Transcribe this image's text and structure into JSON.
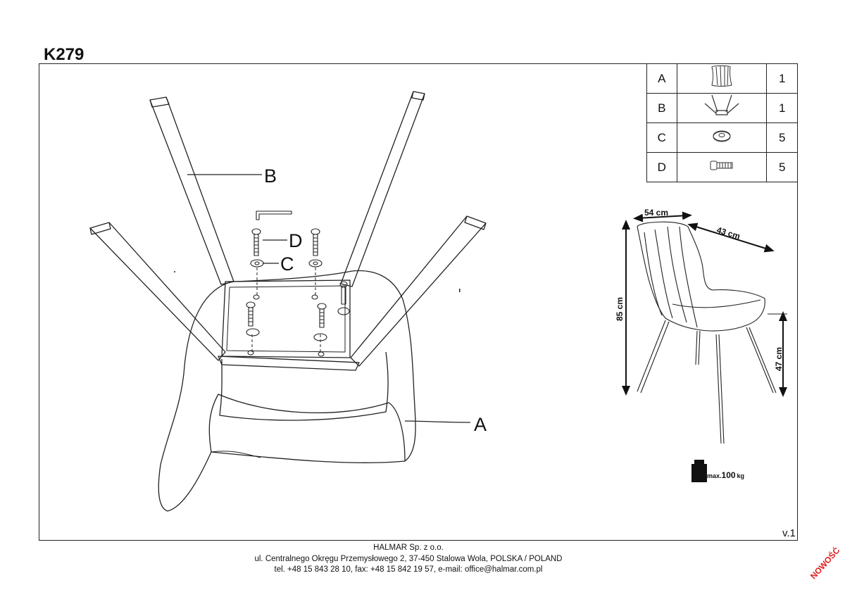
{
  "document": {
    "product_code": "K279",
    "version": "v.1",
    "badge": "NOWOŚĆ"
  },
  "parts_table": [
    {
      "letter": "A",
      "icon": "chair-seat-icon",
      "qty": "1"
    },
    {
      "letter": "B",
      "icon": "leg-frame-icon",
      "qty": "1"
    },
    {
      "letter": "C",
      "icon": "washer-icon",
      "qty": "5"
    },
    {
      "letter": "D",
      "icon": "bolt-icon",
      "qty": "5"
    }
  ],
  "diagram_labels": {
    "legs": "B",
    "seat": "A",
    "bolt": "D",
    "washer": "C"
  },
  "dimensions": {
    "width": "54 cm",
    "depth": "43 cm",
    "height": "85 cm",
    "seat_height": "47 cm"
  },
  "max_load": {
    "prefix": "max.",
    "value": "100",
    "unit": "kg"
  },
  "footer": {
    "company": "HALMAR Sp. z o.o.",
    "address": "ul. Centralnego Okręgu Przemysłowego 2, 37-450 Stalowa Wola, POLSKA / POLAND",
    "contact": "tel. +48 15 843 28 10, fax: +48 15 842 19 57, e-mail: office@halmar.com.pl"
  }
}
